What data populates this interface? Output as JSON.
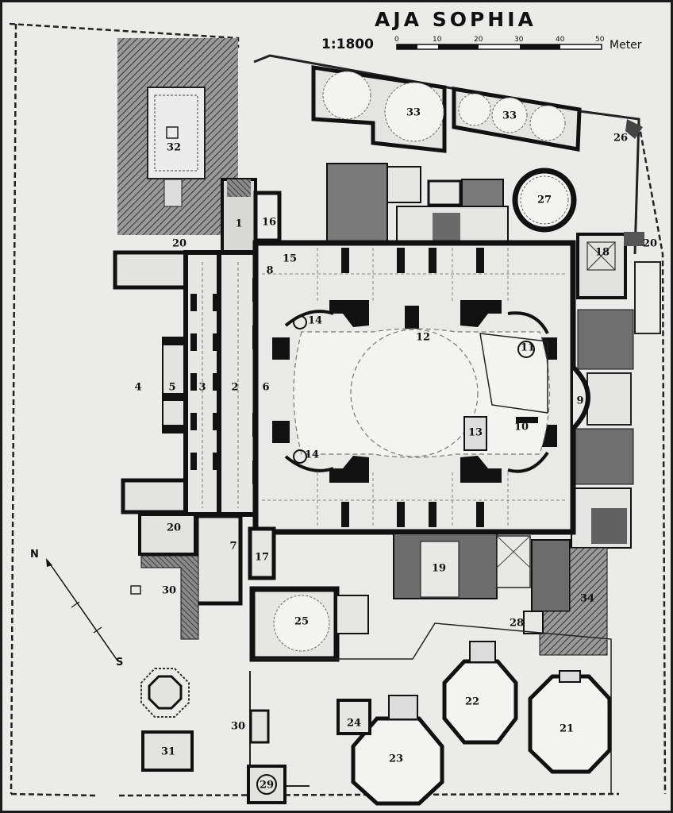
{
  "map": {
    "title": "AJA SOPHIA",
    "scale_ratio": "1:1800",
    "scale_unit": "Meter",
    "scale_ticks": [
      "0",
      "10",
      "20",
      "30",
      "40",
      "50"
    ],
    "compass_north": "N",
    "compass_south": "S"
  },
  "labels": [
    "1",
    "2",
    "3",
    "4",
    "5",
    "6",
    "7",
    "8",
    "9",
    "10",
    "11",
    "12",
    "13",
    "14",
    "14",
    "15",
    "16",
    "17",
    "18",
    "19",
    "20",
    "20",
    "20",
    "21",
    "22",
    "23",
    "24",
    "25",
    "26",
    "27",
    "28",
    "29",
    "30",
    "30",
    "31",
    "32",
    "33",
    "33",
    "34"
  ],
  "colors": {
    "paper": "#ebebea",
    "ink": "#111111",
    "hatch": "#6f6f6f",
    "dome_fill": "#f3f3f1"
  }
}
